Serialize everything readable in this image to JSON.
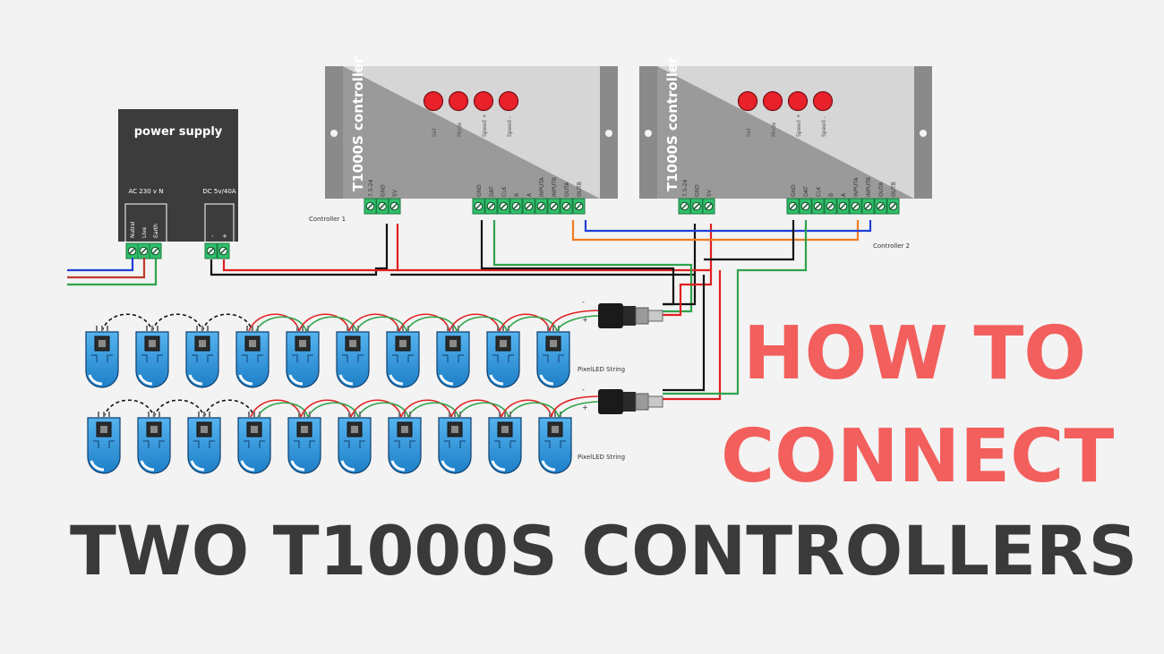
{
  "headline": {
    "line1": "HOW TO",
    "line2": "CONNECT",
    "line3": "TWO T1000S CONTROLLERS",
    "accent_color": "#f25f5c",
    "dark_color": "#3a3a3a"
  },
  "power_supply": {
    "title": "power supply",
    "ac_label": "AC 230 v N",
    "dc_label": "DC 5v/40A",
    "ac_terminals": [
      "Nutral",
      "Live",
      "Earth"
    ],
    "dc_terminals": [
      "-",
      "+"
    ]
  },
  "controllers": [
    {
      "name": "T1000S controller",
      "caption": "Controller 1",
      "buttons": [
        "Set",
        "Mode",
        "Speed +",
        "Speed -"
      ],
      "power_terminals": [
        "7.5-24",
        "GND",
        "5V"
      ],
      "signal_terminals": [
        "GND",
        "DAT",
        "CLK",
        "B",
        "A",
        "INPUTA",
        "INPUTB",
        "OUTA",
        "OUTB"
      ]
    },
    {
      "name": "T1000S controller",
      "caption": "Controller 2",
      "buttons": [
        "Set",
        "Mode",
        "Speed +",
        "Speed -"
      ],
      "power_terminals": [
        "7.5-24",
        "GND",
        "5V"
      ],
      "signal_terminals": [
        "GND",
        "DAT",
        "CLK",
        "B",
        "A",
        "INPUTA",
        "INPUTB",
        "OUTA",
        "OUTB"
      ]
    }
  ],
  "strings": [
    {
      "label": "PixelLED String",
      "connector_marks": [
        "-",
        "+"
      ]
    },
    {
      "label": "PixelLED String",
      "connector_marks": [
        "-",
        "+"
      ]
    }
  ],
  "colors": {
    "wire_blue": "#1f3fd6",
    "wire_red": "#e02020",
    "wire_green": "#2ea34a",
    "wire_orange": "#f07a20",
    "wire_black": "#111111",
    "terminal_green": "#2fbf6a",
    "button_red": "#e8212a",
    "pixel_blue": "#2a8fd8"
  }
}
